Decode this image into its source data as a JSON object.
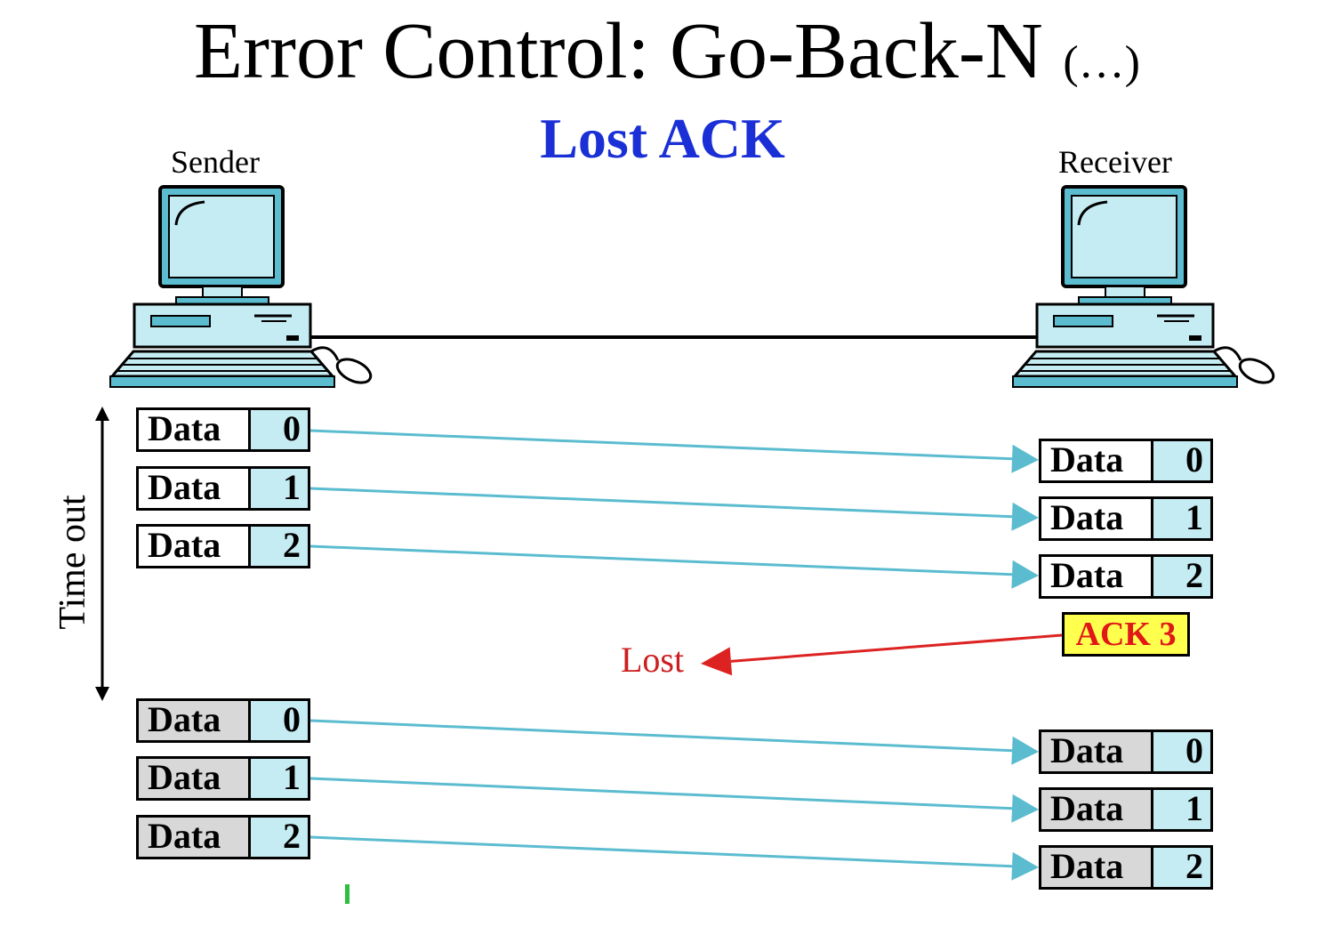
{
  "title": {
    "main": "Error Control: Go-Back-N",
    "suffix": "(…)"
  },
  "subtitle": "Lost ACK",
  "sender": {
    "label": "Sender"
  },
  "receiver": {
    "label": "Receiver"
  },
  "timeout_label": "Time out",
  "frames": {
    "data_label": "Data",
    "first_send": [
      "0",
      "1",
      "2"
    ],
    "received_first": [
      "0",
      "1",
      "2"
    ],
    "retransmit": [
      "0",
      "1",
      "2"
    ],
    "received_retransmit": [
      "0",
      "1",
      "2"
    ]
  },
  "ack": {
    "label": "ACK 3",
    "status": "Lost"
  },
  "colors": {
    "frame_arrow": "#5bbcd0",
    "ack_arrow": "#dd2222",
    "subtitle": "#1a2fd6",
    "ack_fill": "#ffff4d",
    "ack_text": "#e01818",
    "frame_number_fill": "#c5ecf2",
    "retransmit_fill": "#d8d8d8"
  },
  "icons": [
    "computer-icon",
    "mouse-icon",
    "keyboard-icon"
  ]
}
